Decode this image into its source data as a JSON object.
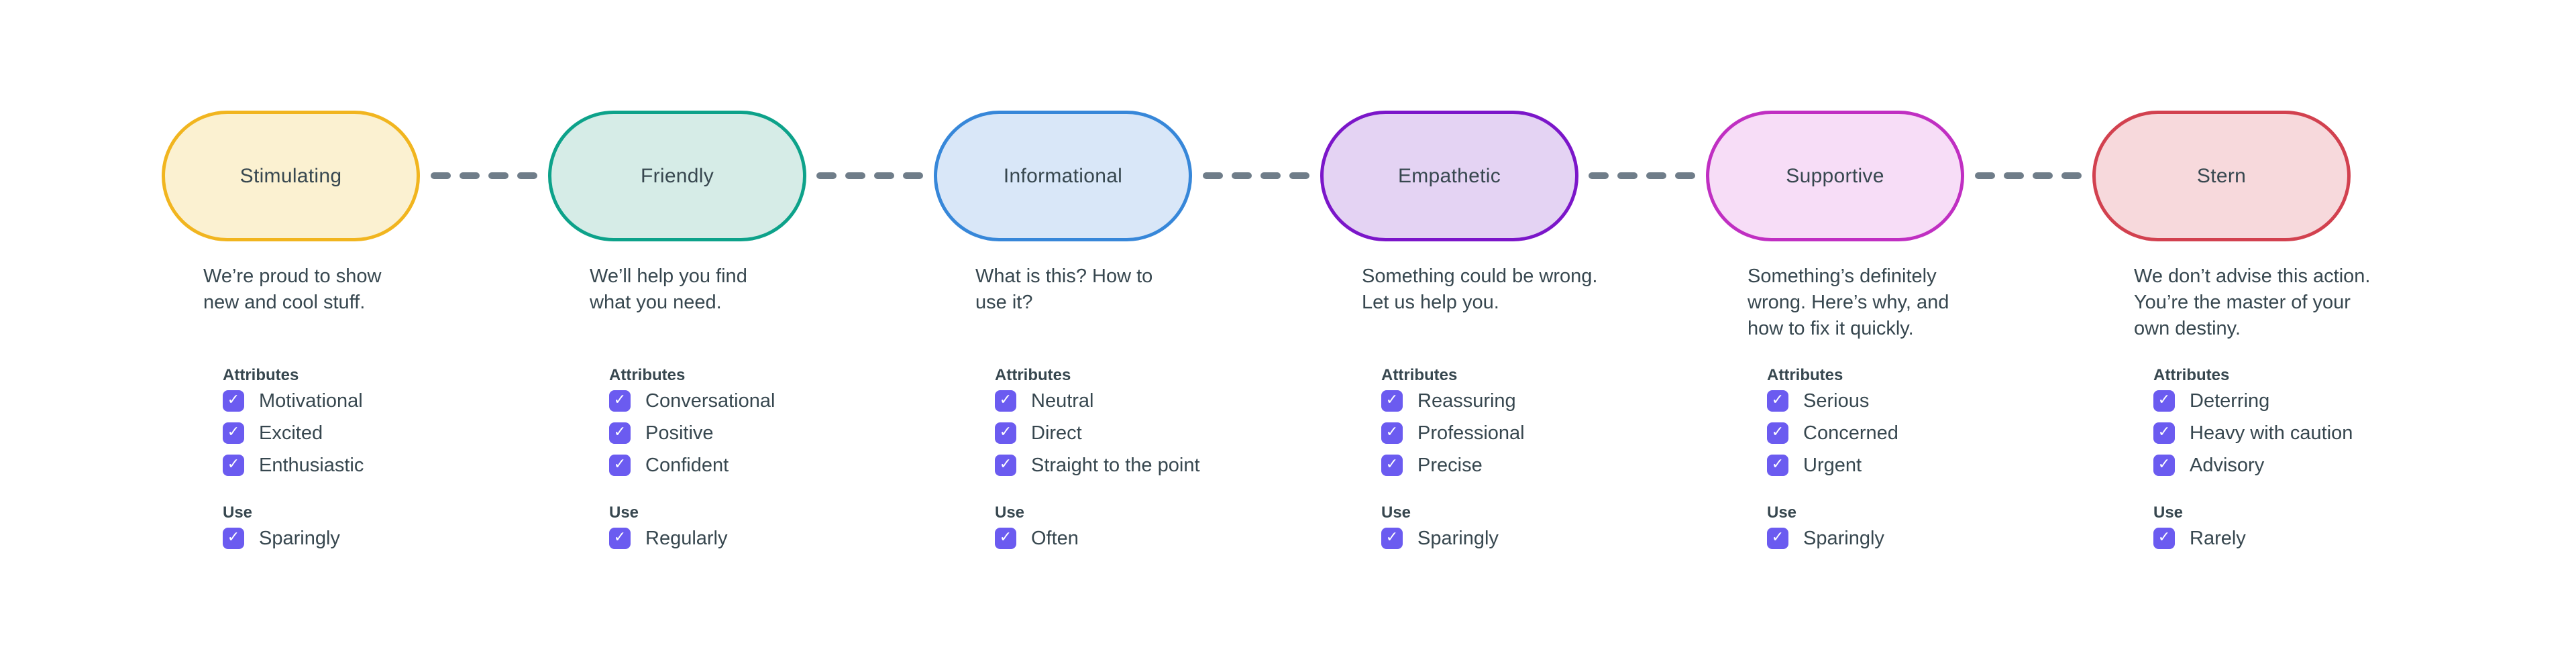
{
  "ui": {
    "background": "#ffffff",
    "text_color": "#37474F",
    "checkbox_color": "#6B5BF0",
    "connector_color": "#6F7D89",
    "labels": {
      "attributes": "Attributes",
      "use": "Use"
    },
    "icons": {
      "check": "✓"
    }
  },
  "tones": [
    {
      "name": "Stimulating",
      "desc_lines": [
        "We’re proud to show",
        "new and cool stuff."
      ],
      "attributes": [
        "Motivational",
        "Excited",
        "Enthusiastic"
      ],
      "use": "Sparingly",
      "colors": {
        "border": "#F1B51F",
        "fill": "#FBF1D1"
      }
    },
    {
      "name": "Friendly",
      "desc_lines": [
        "We’ll help you find",
        "what you need."
      ],
      "attributes": [
        "Conversational",
        "Positive",
        "Confident"
      ],
      "use": "Regularly",
      "colors": {
        "border": "#0DA28A",
        "fill": "#D6ECE7"
      }
    },
    {
      "name": "Informational",
      "desc_lines": [
        "What is this? How to",
        "use it?"
      ],
      "attributes": [
        "Neutral",
        "Direct",
        "Straight to the point"
      ],
      "use": "Often",
      "colors": {
        "border": "#3787D9",
        "fill": "#D9E7F8"
      }
    },
    {
      "name": "Empathetic",
      "desc_lines": [
        "Something could be wrong.",
        "Let us help you."
      ],
      "attributes": [
        "Reassuring",
        "Professional",
        "Precise"
      ],
      "use": "Sparingly",
      "colors": {
        "border": "#7B16C9",
        "fill": "#E4D3F3"
      }
    },
    {
      "name": "Supportive",
      "desc_lines": [
        "Something’s definitely",
        "wrong. Here’s why, and",
        "how to fix it quickly."
      ],
      "attributes": [
        "Serious",
        "Concerned",
        "Urgent"
      ],
      "use": "Sparingly",
      "colors": {
        "border": "#C02FC2",
        "fill": "#F7DDF7"
      }
    },
    {
      "name": "Stern",
      "desc_lines": [
        "We don’t advise this action.",
        "You’re the master of your",
        "own destiny."
      ],
      "attributes": [
        "Deterring",
        "Heavy with caution",
        "Advisory"
      ],
      "use": "Rarely",
      "colors": {
        "border": "#D2414F",
        "fill": "#F7D9DC"
      }
    }
  ]
}
